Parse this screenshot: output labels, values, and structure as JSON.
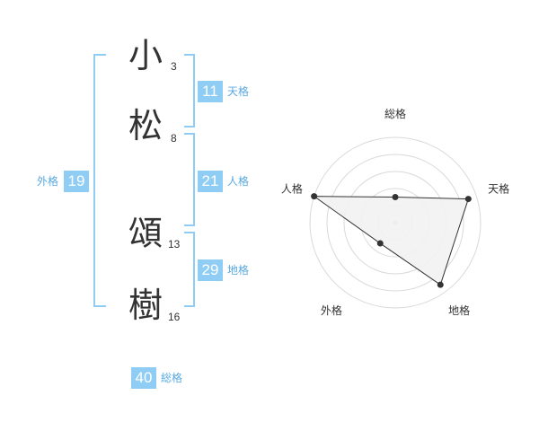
{
  "name": {
    "characters": [
      {
        "char": "小",
        "strokes": "3"
      },
      {
        "char": "松",
        "strokes": "8"
      },
      {
        "char": "頌",
        "strokes": "13"
      },
      {
        "char": "樹",
        "strokes": "16"
      }
    ]
  },
  "fortune": {
    "tenkaku": {
      "value": "11",
      "label": "天格"
    },
    "jinkaku": {
      "value": "21",
      "label": "人格"
    },
    "chikaku": {
      "value": "29",
      "label": "地格"
    },
    "gaikaku": {
      "value": "19",
      "label": "外格"
    },
    "soukaku": {
      "value": "40",
      "label": "総格"
    }
  },
  "colors": {
    "accent": "#90cdf4",
    "accent_text": "#5aa9e0",
    "text": "#333333",
    "radar_fill": "#f2f2f2",
    "radar_line": "#333333",
    "grid": "#d9d9d9"
  },
  "chart_data": {
    "type": "radar",
    "axes": [
      "総格",
      "天格",
      "地格",
      "外格",
      "人格"
    ],
    "max": 5,
    "values": [
      1.5,
      4.5,
      4.5,
      1.5,
      5
    ],
    "grid_levels": 5
  }
}
